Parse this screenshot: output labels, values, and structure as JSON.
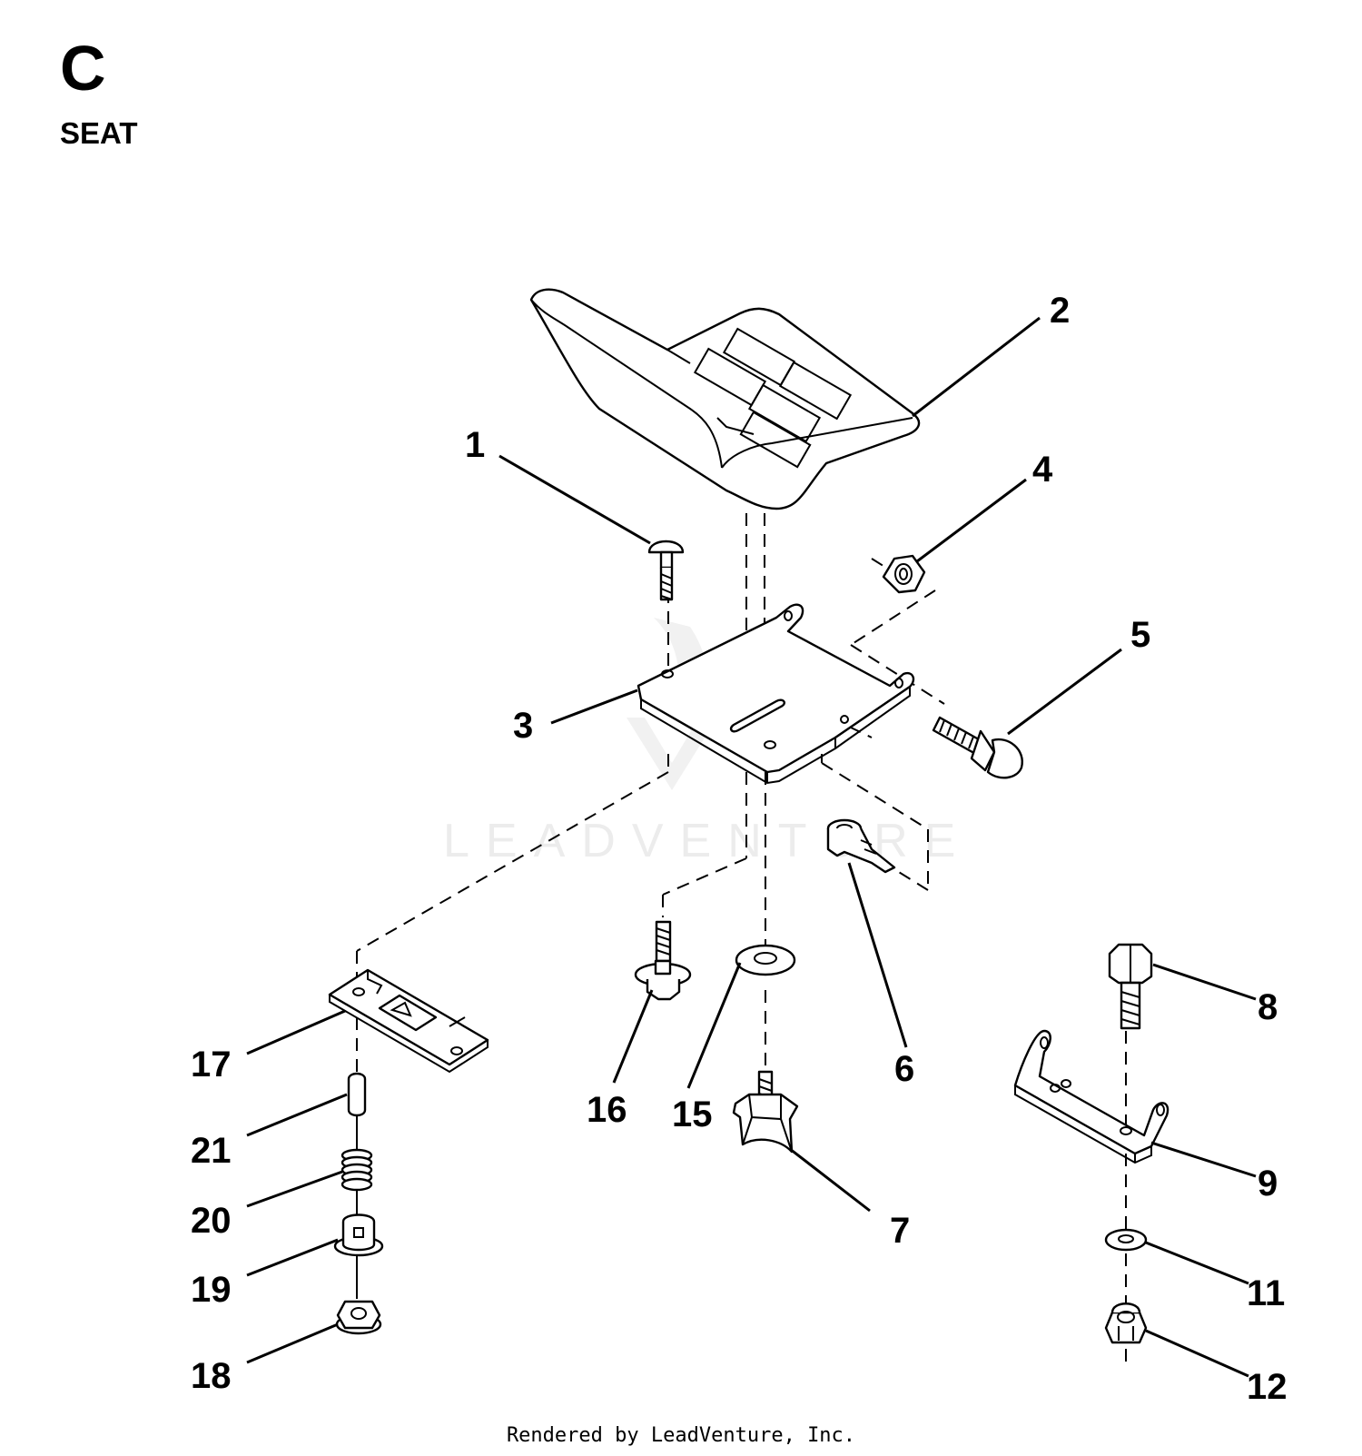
{
  "header": {
    "section_letter": "C",
    "section_title": "SEAT"
  },
  "watermark": {
    "text": "LEADVENTURE"
  },
  "callouts": {
    "1": "1",
    "2": "2",
    "3": "3",
    "4": "4",
    "5": "5",
    "6": "6",
    "7": "7",
    "8": "8",
    "9": "9",
    "11": "11",
    "12": "12",
    "15": "15",
    "16": "16",
    "17": "17",
    "18": "18",
    "19": "19",
    "20": "20",
    "21": "21"
  },
  "footer": {
    "credit": "Rendered by LeadVenture, Inc."
  }
}
